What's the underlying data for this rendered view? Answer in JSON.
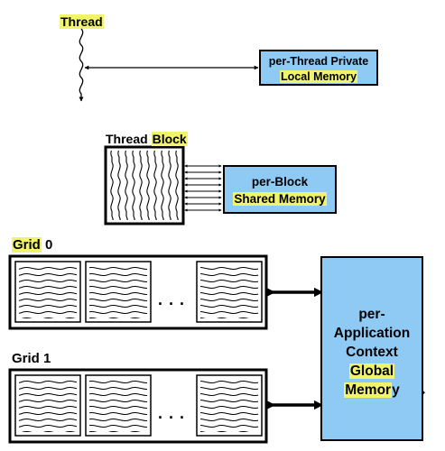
{
  "thread_section": {
    "label": "Thread",
    "memory_line1": "per-Thread Private",
    "memory_line2": "Local Memory"
  },
  "block_section": {
    "label_part1": "Thread ",
    "label_part2": "Block",
    "memory_line1": "per-Block",
    "memory_line2": "Shared Memory"
  },
  "grid0": {
    "label_part1": "Grid",
    "label_part2": " 0",
    "ellipsis": ". . ."
  },
  "grid1": {
    "label": "Grid 1",
    "ellipsis": ". . ."
  },
  "global_memory": {
    "line1": "per-",
    "line2": "Application",
    "line3": "Context",
    "line4": "Global",
    "line5_part1": "Memor",
    "line5_part2": "y"
  },
  "colors": {
    "memory_fill": "#8ecaf4",
    "highlight": "#f1f36b",
    "stroke": "#000000"
  },
  "icons": [
    "pencil-icon"
  ]
}
